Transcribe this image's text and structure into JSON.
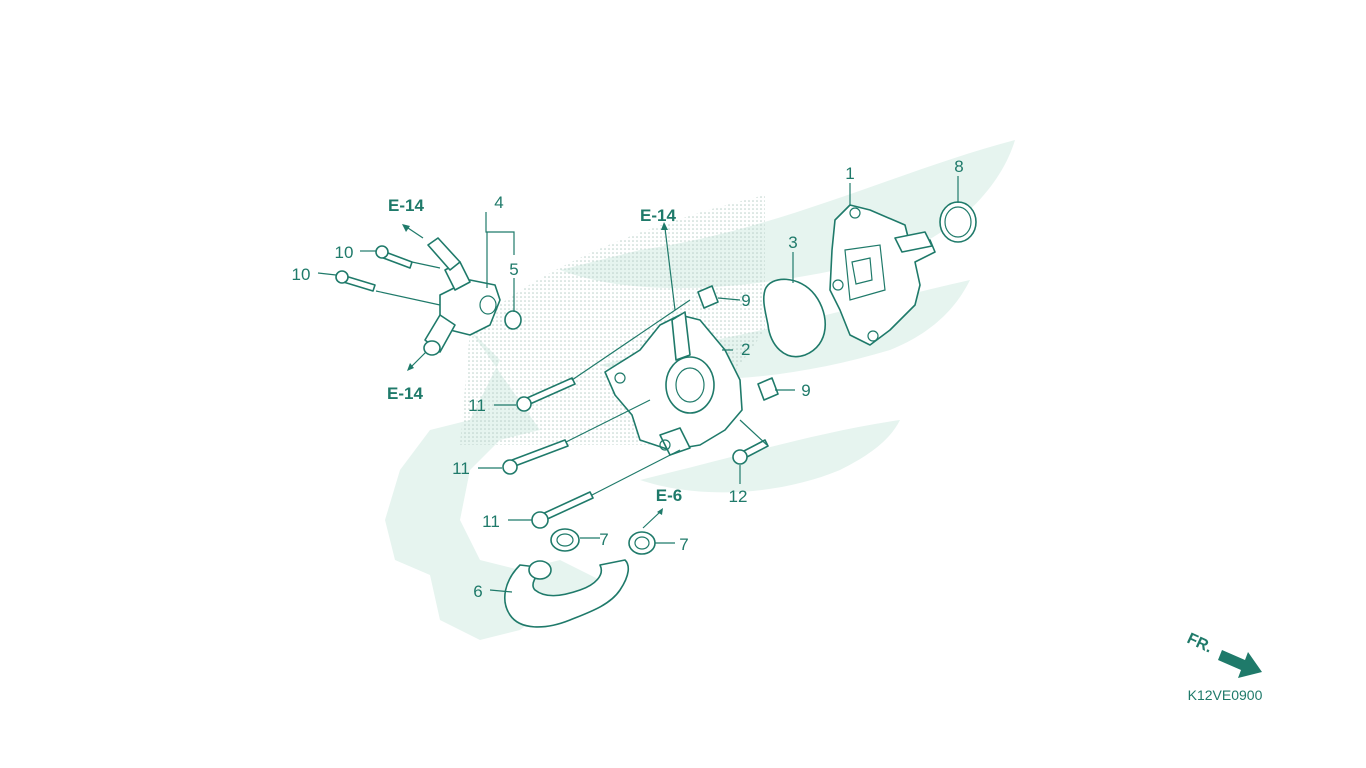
{
  "diagram": {
    "colors": {
      "line": "#1f7a6a",
      "watermark": "#e6f4ef",
      "dots": "#b9cfc8"
    },
    "callouts": {
      "c1": "1",
      "c2": "2",
      "c3": "3",
      "c4": "4",
      "c5": "5",
      "c6": "6",
      "c7a": "7",
      "c7b": "7",
      "c8": "8",
      "c9a": "9",
      "c9b": "9",
      "c10a": "10",
      "c10b": "10",
      "c11a": "11",
      "c11b": "11",
      "c11c": "11",
      "c12": "12"
    },
    "refs": {
      "r1": "E-14",
      "r2": "E-14",
      "r3": "E-14",
      "r4": "E-6"
    },
    "front_label": "FR.",
    "diagram_code": "K12VE0900",
    "watermark_icon": "wing-gear-logo-icon",
    "front_icon": "front-arrow-icon"
  }
}
